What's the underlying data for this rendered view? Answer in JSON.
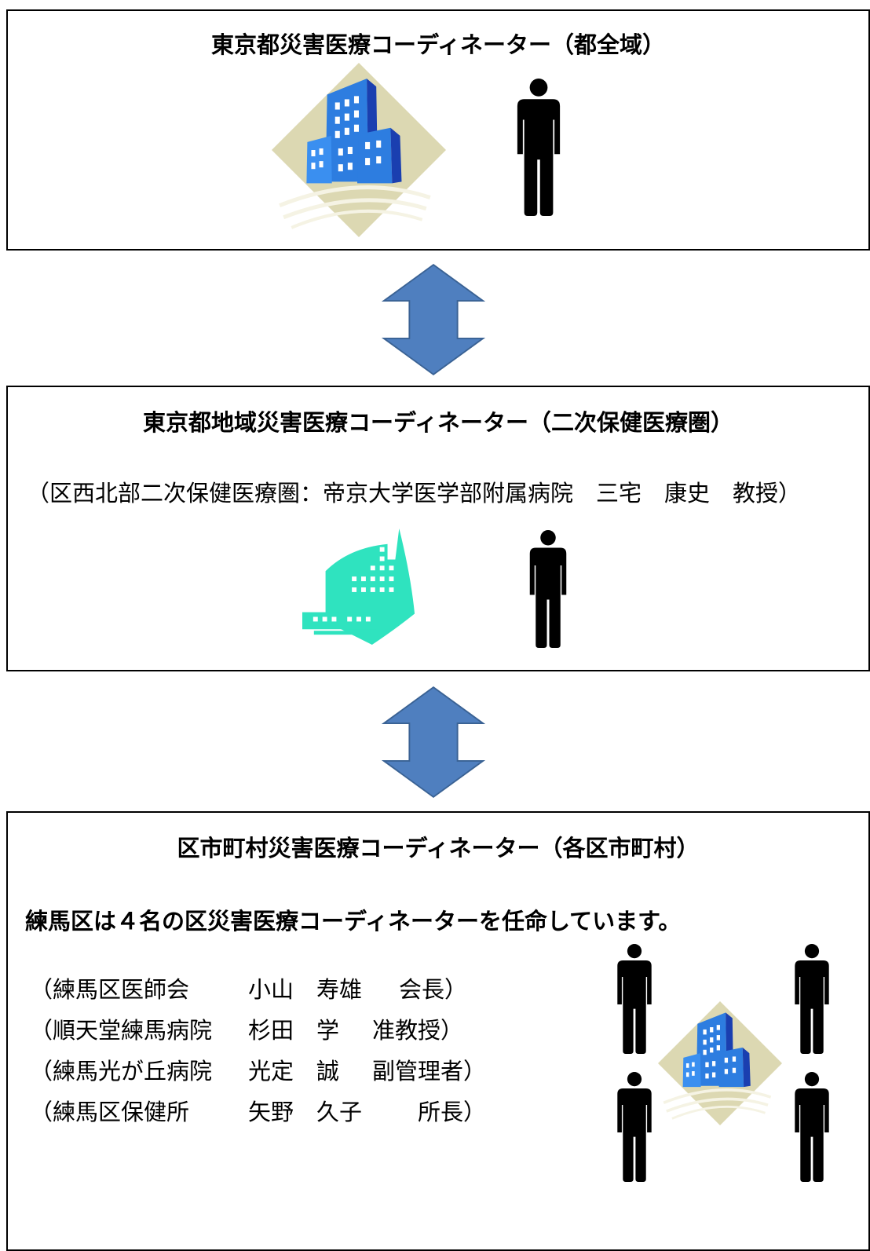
{
  "top": {
    "title": "東京都災害医療コーディネーター（都全域）"
  },
  "middle": {
    "title": "東京都地域災害医療コーディネーター（二次保健医療圏）",
    "detail": "（区西北部二次保健医療圏：帝京大学医学部附属病院　三宅　康史　教授）"
  },
  "bottom": {
    "title": "区市町村災害医療コーディネーター（各区市町村）",
    "statement": "練馬区は４名の区災害医療コーディネーターを任命しています。",
    "members": [
      {
        "org": "（練馬区医師会",
        "name": "小山　寿雄",
        "role": "会長）"
      },
      {
        "org": "（順天堂練馬病院",
        "name": "杉田　学",
        "role": "准教授）"
      },
      {
        "org": "（練馬光が丘病院",
        "name": "光定　誠",
        "role": "副管理者）"
      },
      {
        "org": "（練馬区保健所",
        "name": "矢野　久子",
        "role": "所長）"
      }
    ]
  },
  "icons": [
    "building-icon",
    "person-icon",
    "hospital-icon",
    "double-arrow-icon"
  ],
  "colors": {
    "arrow": "#4f7fbf",
    "arrow_stroke": "#3a6294",
    "building": "#2d7de0",
    "hospital": "#2fe3bf",
    "backdrop": "#dcd8b2"
  }
}
